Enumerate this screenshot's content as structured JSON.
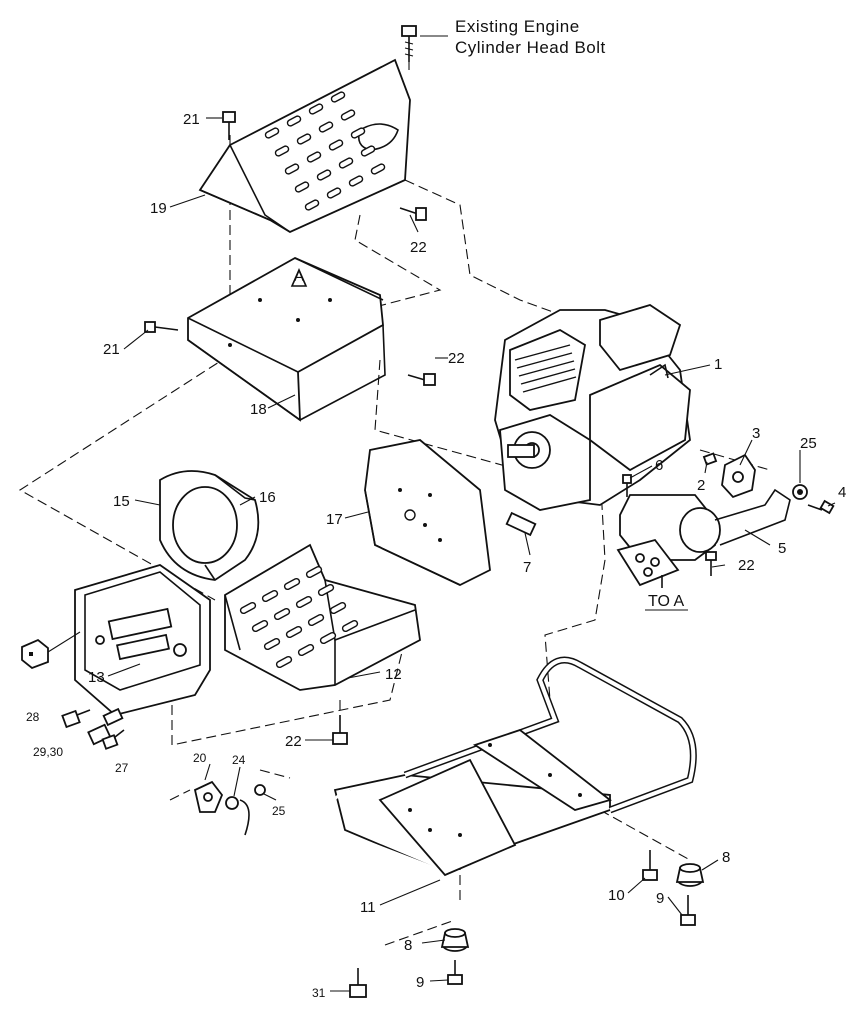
{
  "caption": {
    "line1": "Existing Engine",
    "line2": "Cylinder Head Bolt"
  },
  "callouts": {
    "c1": "1",
    "c2": "2",
    "c3": "3",
    "c4": "4",
    "c5": "5",
    "c6": "6",
    "c7": "7",
    "c8a": "8",
    "c8b": "8",
    "c9a": "9",
    "c9b": "9",
    "c10": "10",
    "c11": "11",
    "c12": "12",
    "c13": "13",
    "c15": "15",
    "c16": "16",
    "c17": "17",
    "c18": "18",
    "c19": "19",
    "c20": "20",
    "c21a": "21",
    "c21b": "21",
    "c22a": "22",
    "c22b": "22",
    "c22c": "22",
    "c22d": "22",
    "c24": "24",
    "c25a": "25",
    "c25b": "25",
    "c27": "27",
    "c28": "28",
    "c2930": "29,30",
    "c31": "31"
  },
  "markers": {
    "a_top": "A",
    "to_a": "TO A"
  }
}
